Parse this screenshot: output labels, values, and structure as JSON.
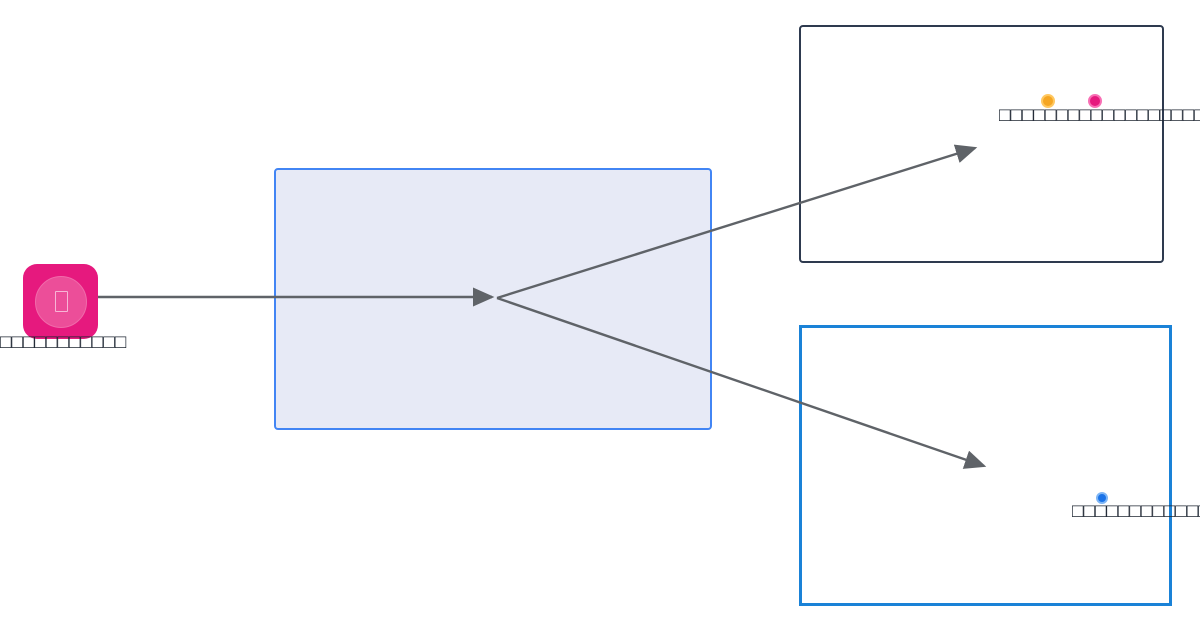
{
  "diagram": {
    "title_text": "",
    "background_color": "#FFFFFF",
    "source_node": {
      "icon_name": "app-icon-pink",
      "icon_color": "#E6197E",
      "icon_inner_color": "#EC4E99",
      "label": "□□□□□□□□□□□"
    },
    "middle_region": {
      "name": "highlighted-region",
      "border_color": "#4285F4",
      "fill_color": "#E7EAF6",
      "label": ""
    },
    "top_panel": {
      "name": "top-right-panel",
      "border_color": "#2E3A4F",
      "fill_color": "#FFFFFF",
      "label": "□□□□□□□□□□□□□□□□□□□□□□□□□□□□□□",
      "badges": [
        {
          "icon_name": "circle-badge-orange",
          "color": "#F5A623"
        },
        {
          "icon_name": "circle-badge-pink",
          "color": "#E6197E"
        }
      ]
    },
    "bottom_panel": {
      "name": "bottom-right-panel",
      "border_color": "#1A82D7",
      "fill_color": "#FFFFFF",
      "label": "□□□□□□□□□□□□□",
      "badges": [
        {
          "icon_name": "circle-badge-blue",
          "color": "#1A73E8"
        }
      ]
    },
    "connectors": {
      "stroke_color": "#5F6368",
      "edges": [
        {
          "name": "edge-source-to-region",
          "from": "source_node",
          "to": "junction"
        },
        {
          "name": "edge-junction-to-top-panel",
          "from": "junction",
          "to": "top_panel"
        },
        {
          "name": "edge-junction-to-bottom-panel",
          "from": "junction",
          "to": "bottom_panel"
        }
      ]
    }
  }
}
